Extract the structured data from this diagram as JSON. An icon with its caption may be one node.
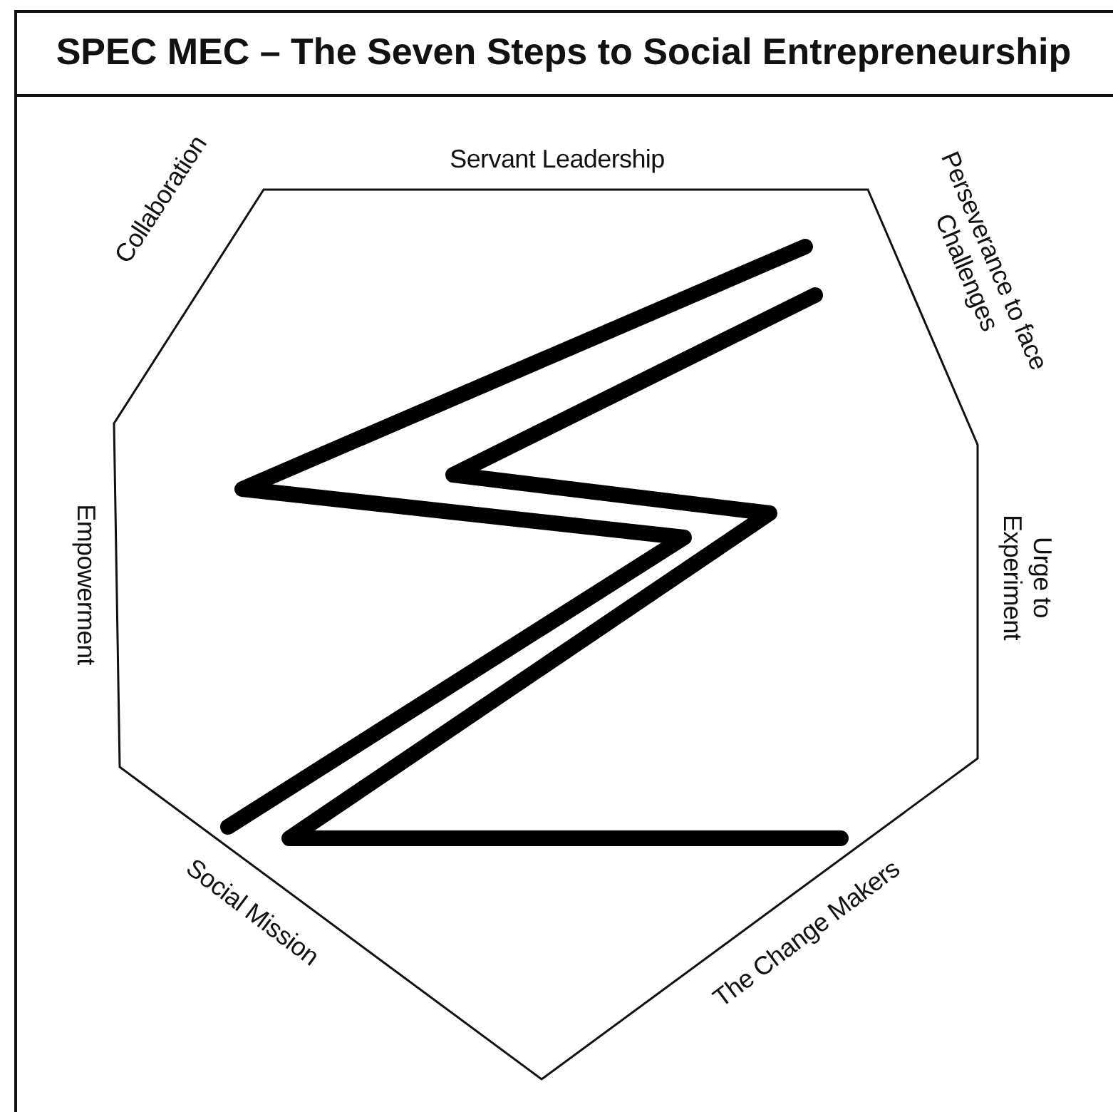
{
  "diagram": {
    "title": "SPEC MEC – The Seven Steps to Social Entrepreneurship",
    "labels": [
      "Servant Leadership",
      "Perseverance to face Challenges",
      "Collaboration",
      "Empowerment",
      "Urge to Experiment",
      "Social Mission",
      "The Change Makers"
    ]
  }
}
